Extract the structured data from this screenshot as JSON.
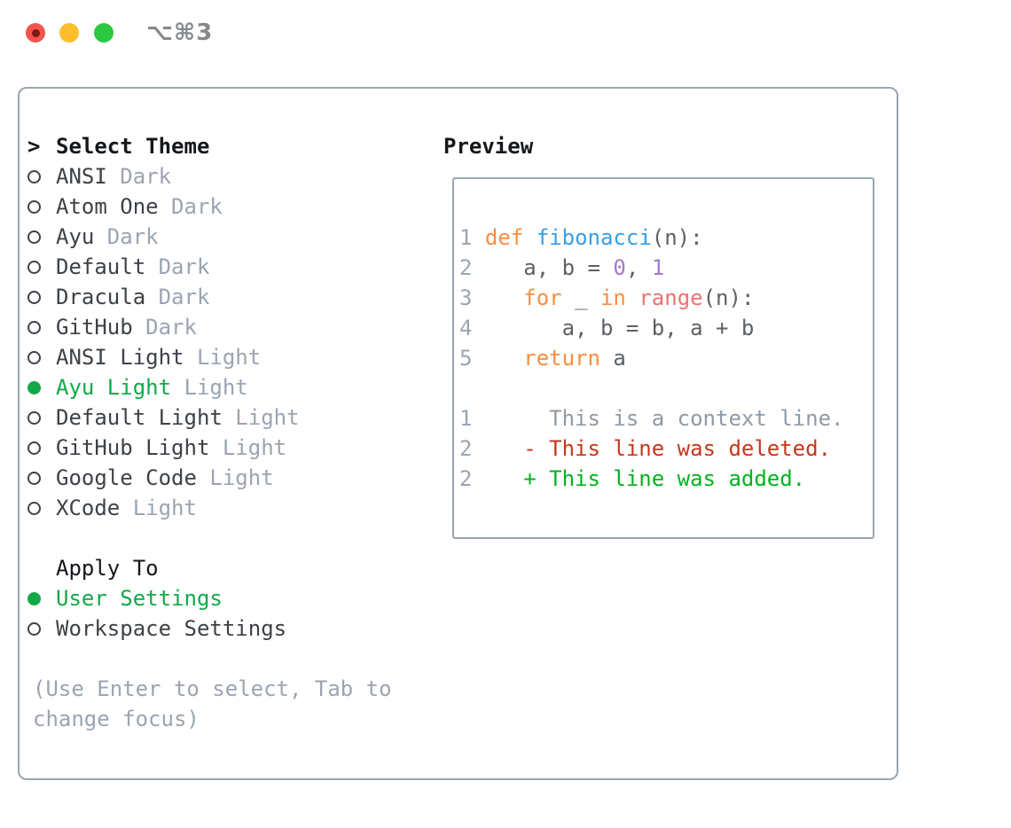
{
  "window": {
    "title": "⌥⌘3",
    "traffic_lights": [
      {
        "name": "close",
        "color": "#f2554d",
        "dot_color": "#801710"
      },
      {
        "name": "minimize",
        "color": "#fcbe2c"
      },
      {
        "name": "zoom",
        "color": "#2bc840"
      }
    ]
  },
  "colors": {
    "selection_green": "#12a848",
    "border_gray": "#9aa5b1",
    "muted_gray": "#9aa5b1",
    "text_dark": "#3c4248",
    "heading_dark": "#14171b"
  },
  "theme_picker": {
    "header": {
      "marker": ">",
      "label": "Select Theme"
    },
    "items": [
      {
        "name": "ANSI",
        "variant": "Dark",
        "selected": false
      },
      {
        "name": "Atom One",
        "variant": "Dark",
        "selected": false
      },
      {
        "name": "Ayu",
        "variant": "Dark",
        "selected": false
      },
      {
        "name": "Default",
        "variant": "Dark",
        "selected": false
      },
      {
        "name": "Dracula",
        "variant": "Dark",
        "selected": false
      },
      {
        "name": "GitHub",
        "variant": "Dark",
        "selected": false
      },
      {
        "name": "ANSI Light",
        "variant": "Light",
        "selected": false
      },
      {
        "name": "Ayu Light",
        "variant": "Light",
        "selected": true
      },
      {
        "name": "Default Light",
        "variant": "Light",
        "selected": false
      },
      {
        "name": "GitHub Light",
        "variant": "Light",
        "selected": false
      },
      {
        "name": "Google Code",
        "variant": "Light",
        "selected": false
      },
      {
        "name": "XCode",
        "variant": "Light",
        "selected": false
      }
    ],
    "apply_to": {
      "label": "Apply To",
      "options": [
        {
          "name": "User Settings",
          "selected": true
        },
        {
          "name": "Workspace Settings",
          "selected": false
        }
      ]
    },
    "hint_lines": [
      "(Use Enter to select, Tab to",
      "change focus)"
    ]
  },
  "preview": {
    "title": "Preview",
    "colors": {
      "ln": "#9aa5b1",
      "pl": "#5c6166",
      "kw": "#fa8d3e",
      "fn": "#399ee6",
      "num": "#a37acc",
      "call": "#f07171",
      "ctx": "#8f9aa6",
      "del": "#c5371d",
      "add": "#00b31e"
    },
    "code_lines": [
      [
        {
          "t": "1 ",
          "c": "ln"
        },
        {
          "t": "def",
          "c": "kw"
        },
        {
          "t": " ",
          "c": "pl"
        },
        {
          "t": "fibonacci",
          "c": "fn"
        },
        {
          "t": "(n):",
          "c": "pl"
        }
      ],
      [
        {
          "t": "2 ",
          "c": "ln"
        },
        {
          "t": "   a, b = ",
          "c": "pl"
        },
        {
          "t": "0",
          "c": "num"
        },
        {
          "t": ", ",
          "c": "pl"
        },
        {
          "t": "1",
          "c": "num"
        }
      ],
      [
        {
          "t": "3 ",
          "c": "ln"
        },
        {
          "t": "   ",
          "c": "pl"
        },
        {
          "t": "for",
          "c": "kw"
        },
        {
          "t": " _ ",
          "c": "pl"
        },
        {
          "t": "in",
          "c": "kw"
        },
        {
          "t": " ",
          "c": "pl"
        },
        {
          "t": "range",
          "c": "call"
        },
        {
          "t": "(n):",
          "c": "pl"
        }
      ],
      [
        {
          "t": "4 ",
          "c": "ln"
        },
        {
          "t": "      a, b = b, a + b",
          "c": "pl"
        }
      ],
      [
        {
          "t": "5 ",
          "c": "ln"
        },
        {
          "t": "   ",
          "c": "pl"
        },
        {
          "t": "return",
          "c": "kw"
        },
        {
          "t": " a",
          "c": "pl"
        }
      ],
      [],
      [
        {
          "t": "1",
          "c": "ln"
        },
        {
          "t": "      This is a context line.",
          "c": "ctx"
        }
      ],
      [
        {
          "t": "2",
          "c": "ln"
        },
        {
          "t": "    ",
          "c": "pl"
        },
        {
          "t": "- This line was deleted.",
          "c": "del"
        }
      ],
      [
        {
          "t": "2",
          "c": "ln"
        },
        {
          "t": "    ",
          "c": "pl"
        },
        {
          "t": "+ This line was added.",
          "c": "add"
        }
      ]
    ]
  }
}
